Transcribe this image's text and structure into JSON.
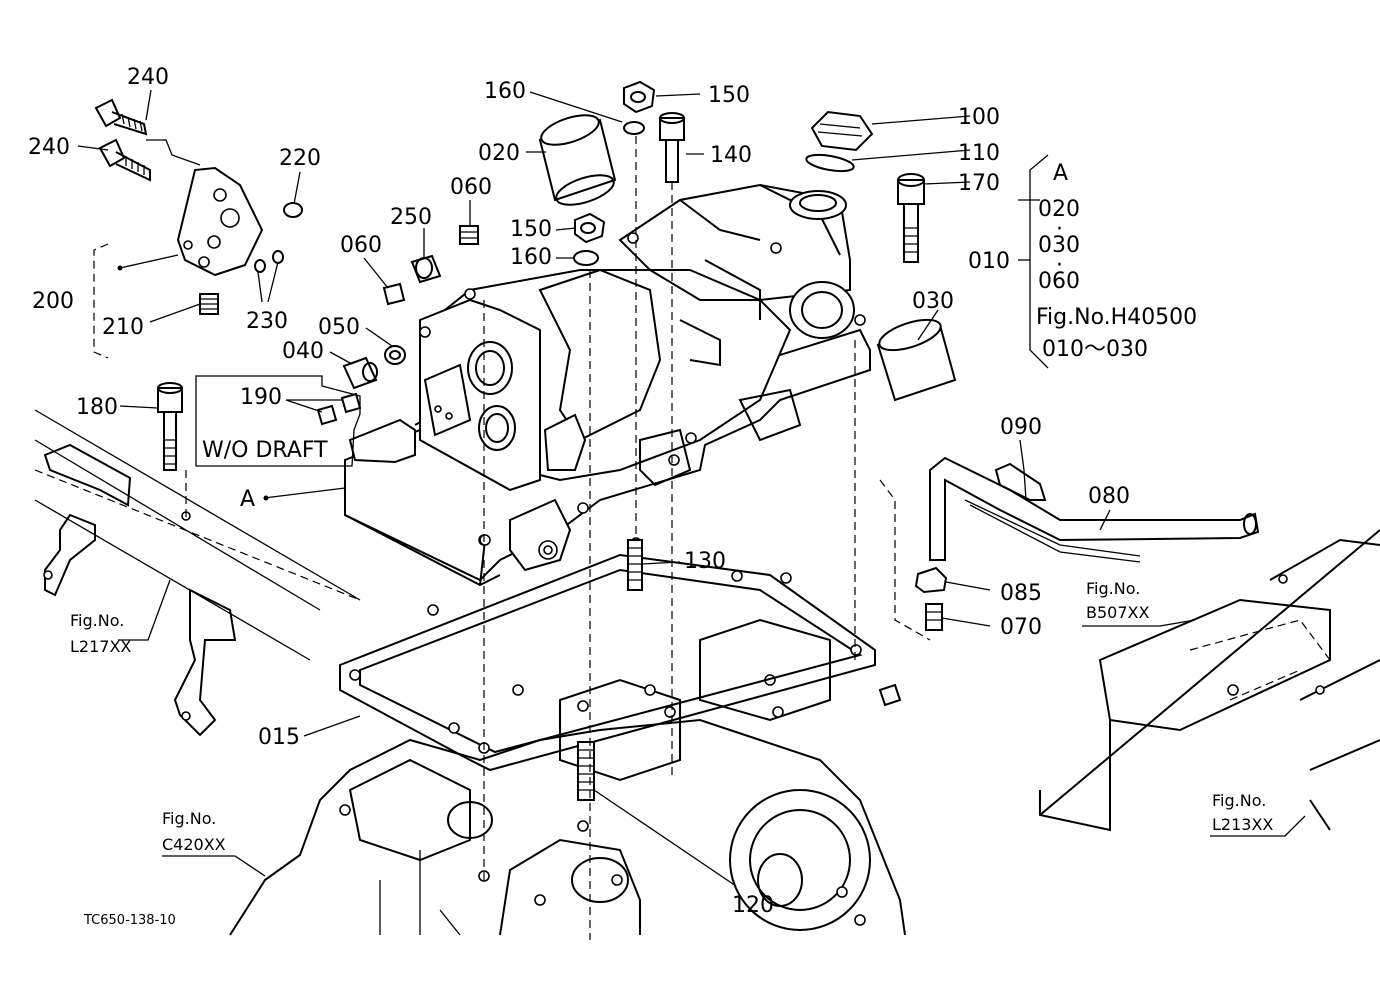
{
  "callouts": {
    "c240a": "240",
    "c240b": "240",
    "c220": "220",
    "c200": "200",
    "c210": "210",
    "c230": "230",
    "c250": "250",
    "c060a": "060",
    "c060b": "060",
    "c050": "050",
    "c040": "040",
    "c180": "180",
    "c190": "190",
    "cA": "A",
    "c160a": "160",
    "c150a": "150",
    "c020": "020",
    "c140": "140",
    "c150b": "150",
    "c160b": "160",
    "c100": "100",
    "c110": "110",
    "c170": "170",
    "c010": "010",
    "c030": "030",
    "c090": "090",
    "c080": "080",
    "c085": "085",
    "c070": "070",
    "c130": "130",
    "c015": "015",
    "c120": "120"
  },
  "wo_draft": "W/O DRAFT",
  "assembly_key": {
    "title": "A",
    "items": [
      "020",
      "030",
      "060"
    ],
    "ref_fig": "Fig.No.H40500",
    "ref_range": "010～030"
  },
  "fig_refs": {
    "l217_label": "Fig.No.",
    "l217_code": "L217XX",
    "c420_label": "Fig.No.",
    "c420_code": "C420XX",
    "b507_label": "Fig.No.",
    "b507_code": "B507XX",
    "l213_label": "Fig.No.",
    "l213_code": "L213XX"
  },
  "drawing_code": "TC650-138-10"
}
